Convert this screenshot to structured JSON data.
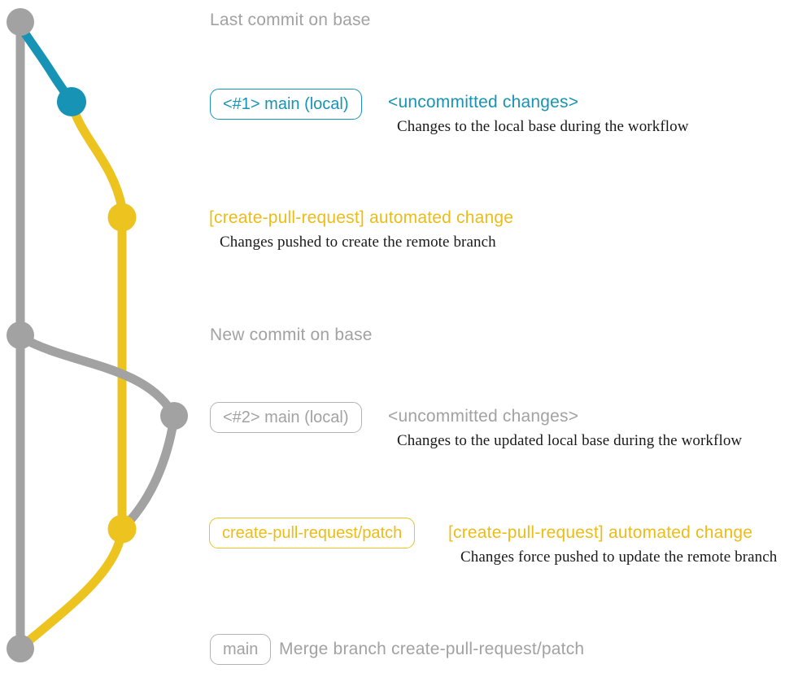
{
  "colors": {
    "gray": "#a2a2a2",
    "gray_border": "#b3b3b3",
    "blue": "#1793b5",
    "yellow_text": "#edbc16",
    "branch_yellow": "#ecc31f",
    "caption_black": "#1a1a1a"
  },
  "rows": {
    "last_commit": {
      "heading": "Last commit on base"
    },
    "workflow1": {
      "branch_badge": "<#1> main (local)",
      "change_title": "<uncommitted changes>",
      "caption": "Changes to the local base during the workflow"
    },
    "push1": {
      "change_title": "[create-pull-request] automated change",
      "caption": "Changes pushed to create the remote branch"
    },
    "new_commit": {
      "heading": "New commit on base"
    },
    "workflow2": {
      "branch_badge": "<#2> main (local)",
      "change_title": "<uncommitted changes>",
      "caption": "Changes to the updated local base during the workflow"
    },
    "push2": {
      "branch_badge": "create-pull-request/patch",
      "change_title": "[create-pull-request] automated change",
      "caption": "Changes force pushed to update the remote branch"
    },
    "merge": {
      "branch_badge": "main",
      "title": "Merge branch create-pull-request/patch"
    }
  }
}
